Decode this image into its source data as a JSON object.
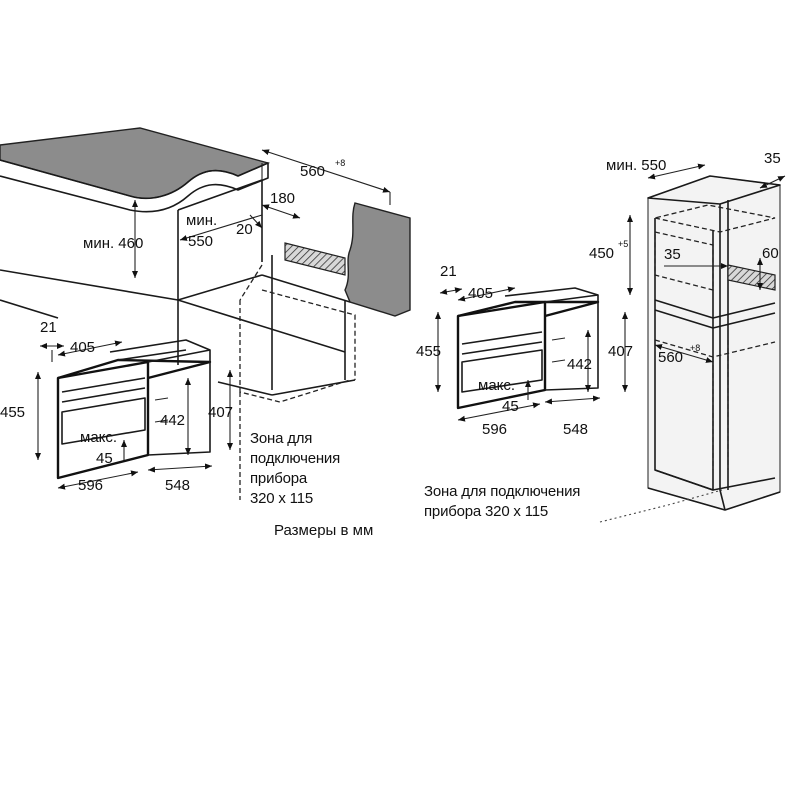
{
  "left": {
    "dims": {
      "min460": "мин. 460",
      "min_label": "мин.",
      "d550": "550",
      "d560": "560",
      "sup8": "+8",
      "d180": "180",
      "d20": "20",
      "d21": "21",
      "d405": "405",
      "d455": "455",
      "d442": "442",
      "d407": "407",
      "max_label": "макс.",
      "d45": "45",
      "d596": "596",
      "d548": "548"
    },
    "connection_zone": [
      "Зона для",
      "подключения",
      "прибора",
      "320 x 115"
    ]
  },
  "right": {
    "dims": {
      "min550": "мин. 550",
      "d35a": "35",
      "d450": "450",
      "sup5": "+5",
      "d35b": "35",
      "d60": "60",
      "d560": "560",
      "sup8": "+8",
      "d21": "21",
      "d405": "405",
      "d455": "455",
      "d442": "442",
      "d407": "407",
      "max_label": "макс.",
      "d45": "45",
      "d596": "596",
      "d548": "548"
    },
    "connection_zone": [
      "Зона для подключения",
      "прибора 320 x 115"
    ]
  },
  "units_note": "Размеры в мм"
}
